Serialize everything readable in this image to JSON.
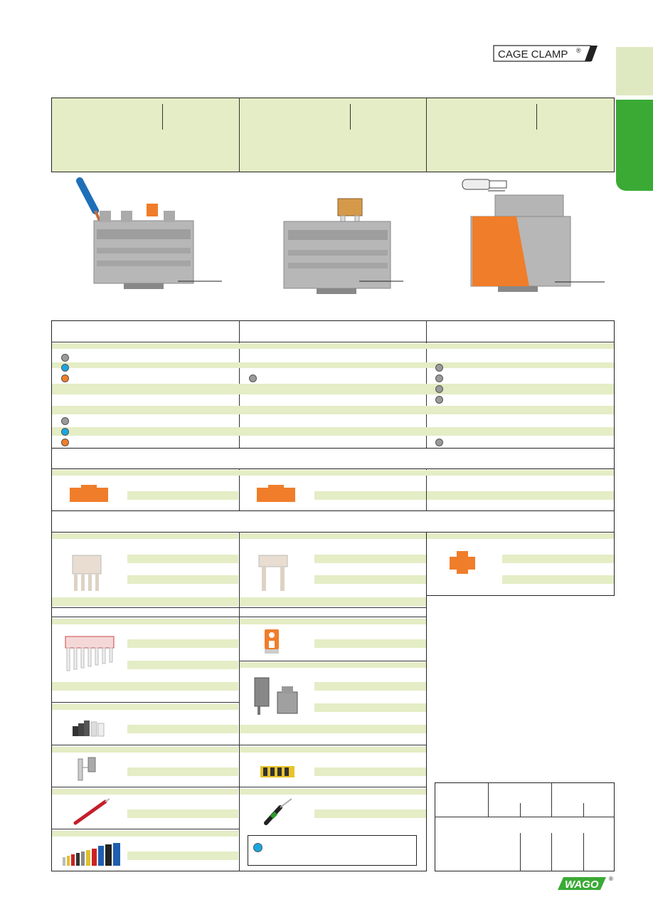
{
  "brand": {
    "product_logo": "CAGE CLAMP®",
    "maker_logo": "WAGO"
  },
  "colors": {
    "panel_green": "#e4edc5",
    "tab_green": "#3aaa35",
    "tab_light": "#dfe9c1",
    "terminal_gray": "#b5b5b5",
    "orange": "#f07d2a",
    "blue": "#1aa7e0",
    "gray_dot": "#9a9a9a"
  },
  "legend": {
    "icon": "blue-dot-icon"
  },
  "product_images": [
    "terminal-block-with-wire-photo",
    "terminal-block-with-fuse-photo",
    "terminal-block-with-orange-cover-photo"
  ],
  "accessory_images": [
    "orange-end-plate-image",
    "orange-end-plate-image",
    "push-in-jumper-4-way-image",
    "push-in-jumper-2-way-image",
    "orange-separator-image",
    "comb-jumper-image",
    "marker-carrier-image",
    "test-adapter-image",
    "insulation-stop-image",
    "yellow-marker-strip-image",
    "jumper-bar-image",
    "screwdriver-image",
    "test-plug-image",
    "ferrules-image"
  ]
}
